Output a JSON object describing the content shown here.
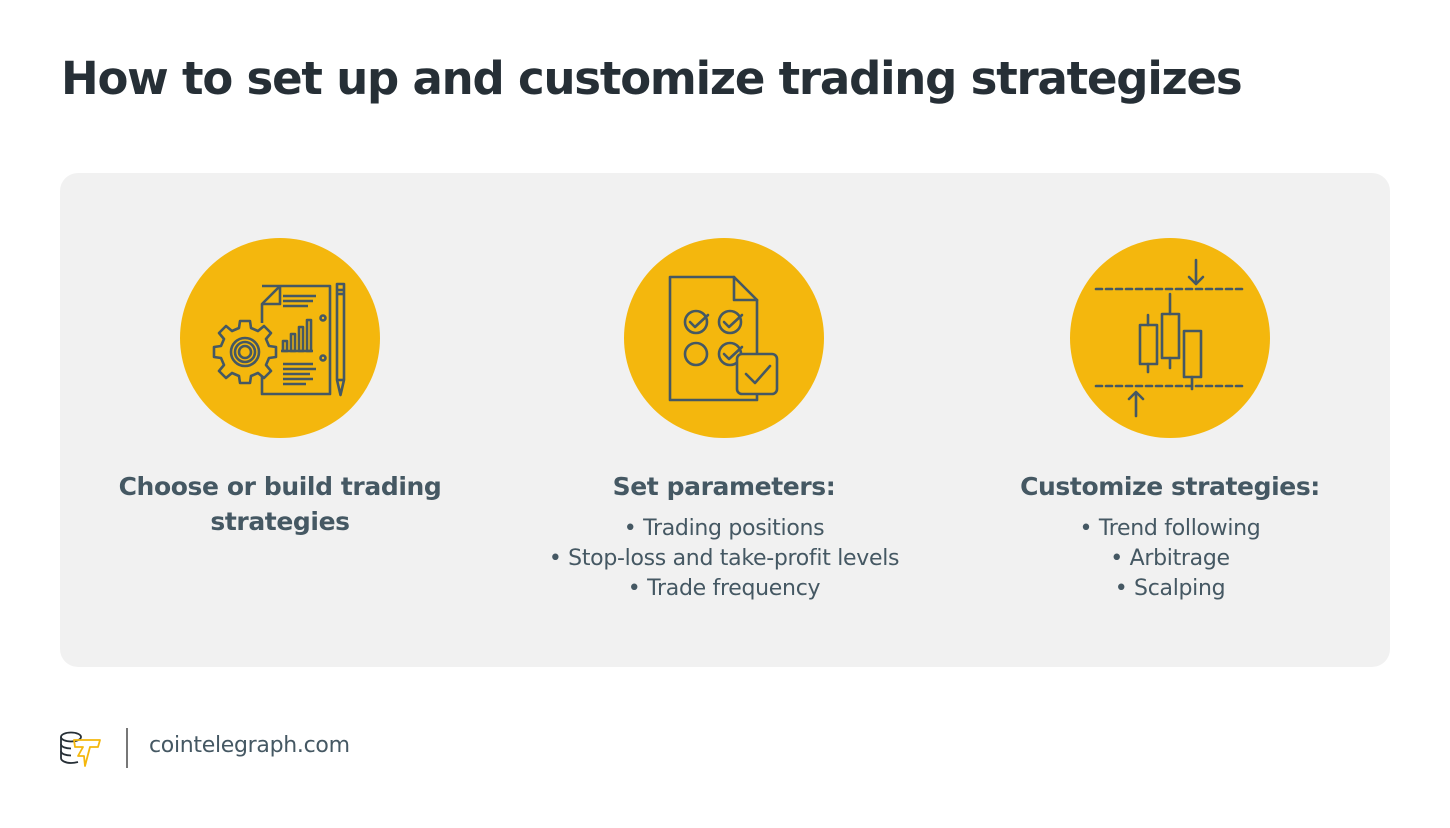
{
  "title": "How to set up and customize trading strategizes",
  "colors": {
    "accent": "#f4b70d",
    "icon_stroke": "#455863",
    "panel_bg": "#f1f1f1",
    "title": "#262f36"
  },
  "steps": [
    {
      "icon": "document-gear-chart-icon",
      "heading": "Choose or build trading strategies",
      "bullets": []
    },
    {
      "icon": "checklist-document-icon",
      "heading": "Set parameters:",
      "bullets": [
        "• Trading positions",
        "• Stop-loss and take-profit levels",
        "• Trade frequency"
      ]
    },
    {
      "icon": "candlestick-range-icon",
      "heading": "Customize strategies:",
      "bullets": [
        "• Trend following",
        "• Arbitrage",
        "• Scalping"
      ]
    }
  ],
  "footer": {
    "logo": "cointelegraph-logo-icon",
    "site": "cointelegraph.com"
  }
}
